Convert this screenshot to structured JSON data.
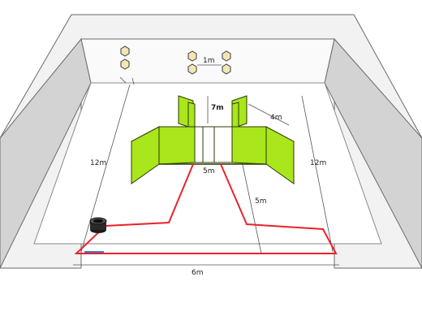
{
  "colors": {
    "panel_fill": "#a9e61b",
    "panel_stroke": "#2c3a06",
    "route_line": "#e8232b",
    "wall_outer": "#f2f2f2",
    "wall_side": "#d9d9d9",
    "wall_dark": "#c4c4c4",
    "floor": "#ffffff",
    "hex_fill": "#f3e6b6",
    "start_marker": "#3a7bd5"
  },
  "icons": {
    "robot": "robot-icon",
    "hex_pair": "hexagon-pair-icon",
    "start_pad": "start-pad-icon"
  },
  "dimensions": {
    "top_gap": "1m",
    "center_depth": "7m",
    "panel_diagonal": "4m",
    "left_length": "12m",
    "right_length": "12m",
    "front_width": "5m",
    "right_mid": "5m",
    "bottom_width": "6m"
  }
}
